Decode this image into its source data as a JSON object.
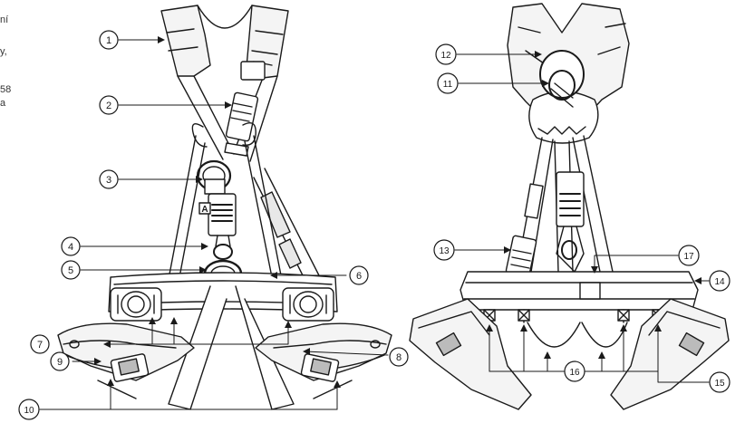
{
  "side_text": [
    "ní",
    "y,",
    "58",
    "a"
  ],
  "callouts": [
    "1",
    "2",
    "3",
    "4",
    "5",
    "6",
    "7",
    "8",
    "9",
    "10",
    "11",
    "12",
    "13",
    "14",
    "15",
    "16",
    "17"
  ],
  "buckle_letter": "A"
}
